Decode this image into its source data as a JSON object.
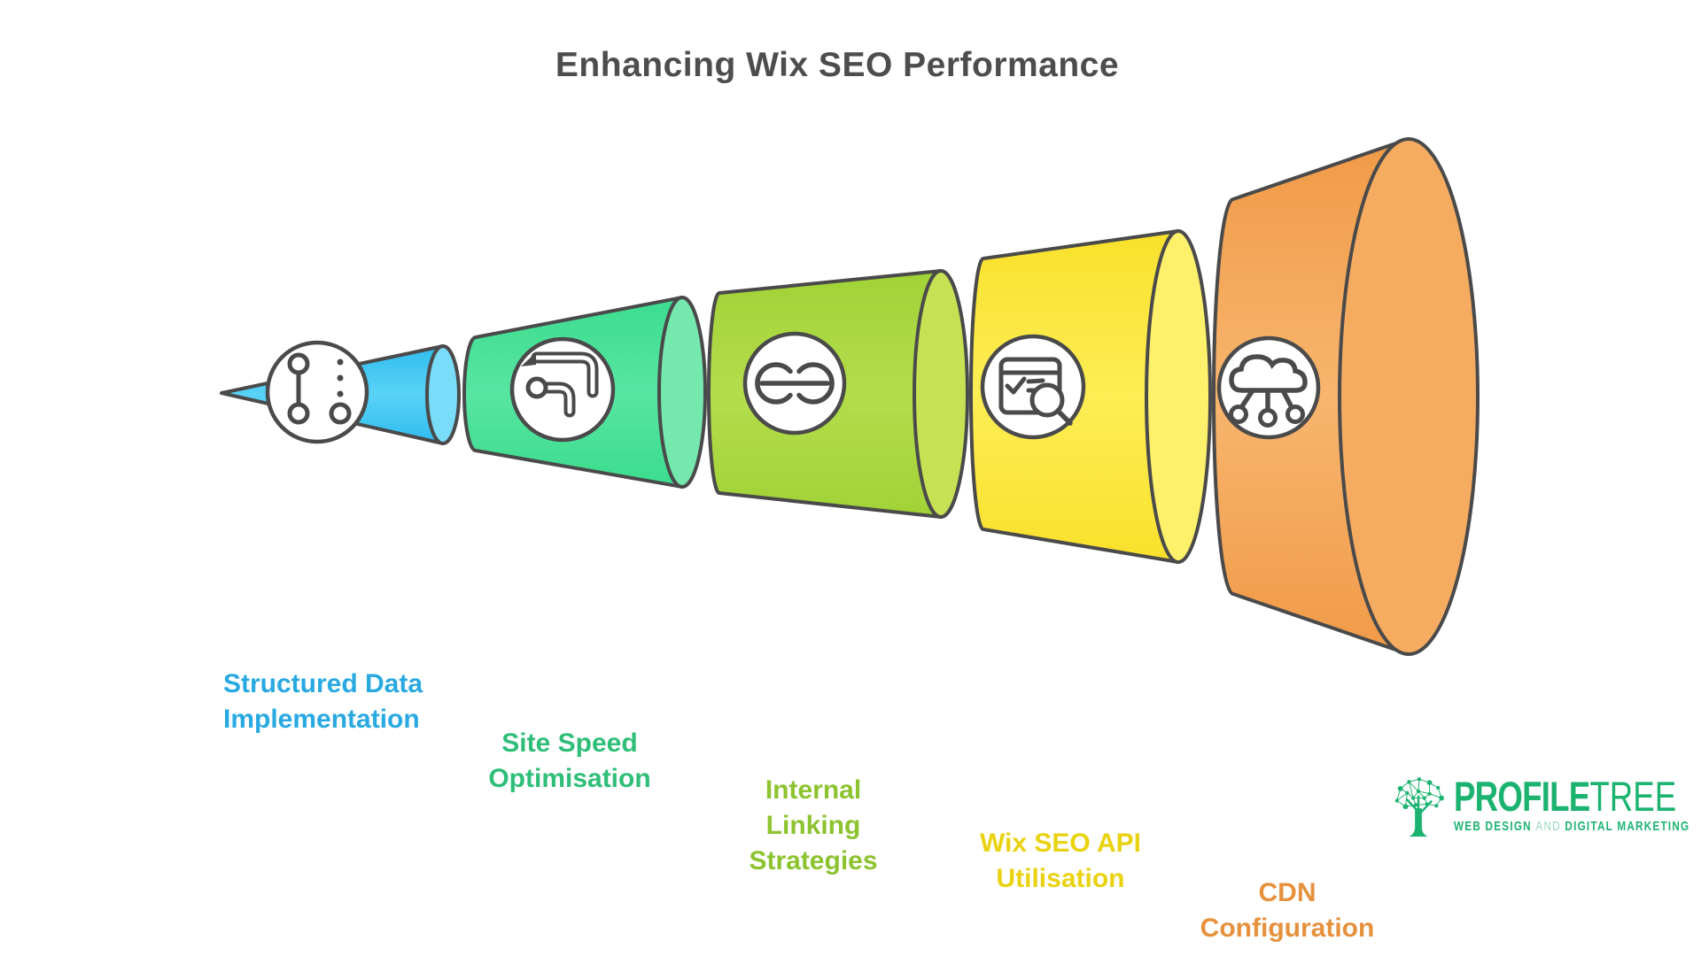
{
  "page": {
    "title": "Enhancing Wix SEO Performance",
    "title_color": "#4d4d4d",
    "background": "#ffffff",
    "outline_color": "#4a4a4a"
  },
  "funnel": {
    "type": "horizontal-funnel",
    "stages": [
      {
        "label": "Structured Data Implementation",
        "lines": [
          "Structured Data",
          "Implementation"
        ],
        "icon": "structured-data-icon",
        "text_color": "#29A9E1",
        "body_edge": "#2FBCEE",
        "body_center": "#5AD2F7",
        "cap_color": "#79DCF8"
      },
      {
        "label": "Site Speed Optimisation",
        "lines": [
          "Site Speed",
          "Optimisation"
        ],
        "icon": "site-speed-icon",
        "text_color": "#2FBE78",
        "body_edge": "#3BDC8E",
        "body_center": "#58E5A1",
        "cap_color": "#74E8AD"
      },
      {
        "label": "Internal Linking Strategies",
        "lines": [
          "Internal",
          "Linking",
          "Strategies"
        ],
        "icon": "link-icon",
        "text_color": "#8CC32F",
        "body_edge": "#A0D236",
        "body_center": "#B4DD4C",
        "cap_color": "#C6E254"
      },
      {
        "label": "Wix SEO API Utilisation",
        "lines": [
          "Wix SEO API",
          "Utilisation"
        ],
        "icon": "seo-audit-icon",
        "text_color": "#E9D20F",
        "body_edge": "#F9E02B",
        "body_center": "#FDEE55",
        "cap_color": "#FDF06A"
      },
      {
        "label": "CDN Configuration",
        "lines": [
          "CDN",
          "Configuration"
        ],
        "icon": "cdn-cloud-icon",
        "text_color": "#E6913D",
        "body_edge": "#F09A47",
        "body_center": "#F8B56E",
        "cap_color": "#F6AC60"
      }
    ]
  },
  "logo": {
    "brand_bold": "PROFILE",
    "brand_light": "TREE",
    "tagline_web": "WEB DESIGN",
    "tagline_and": "AND",
    "tagline_digital": "DIGITAL MARKETING",
    "brand_color": "#1CB371",
    "tagline_and_color": "#9BD8BC"
  }
}
